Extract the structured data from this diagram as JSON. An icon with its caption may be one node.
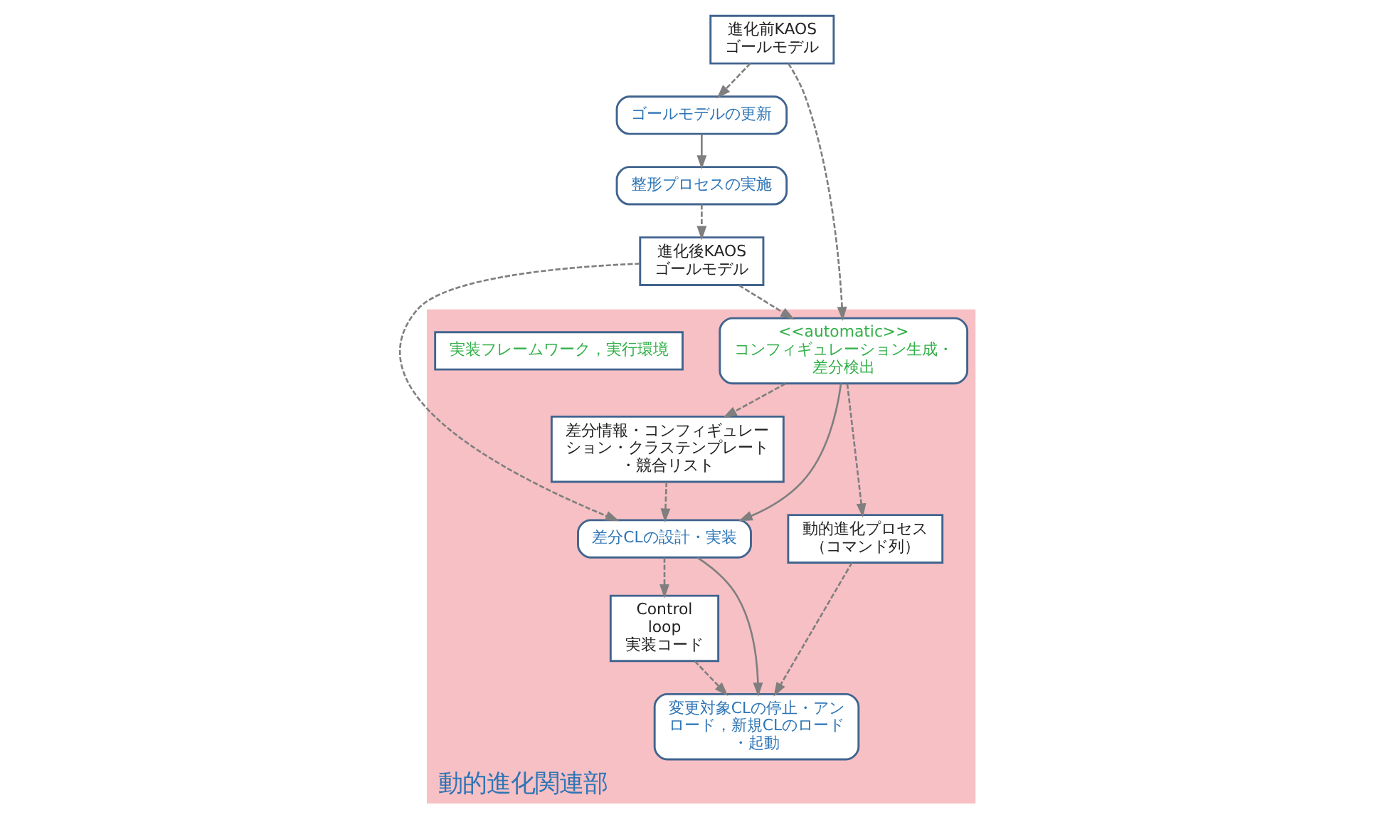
{
  "diagram": {
    "nodes": [
      {
        "text": [
          "進化前KAOSゴールモデル"
        ]
      },
      {
        "text": [
          "ゴールモデルの更新"
        ]
      },
      {
        "text": [
          "整形プロセスの実施"
        ]
      },
      {
        "text": [
          "進化後KAOSゴールモデル"
        ]
      },
      {
        "text": [
          "動的進化関連部"
        ]
      },
      {
        "text": [
          "<<automatic>>",
          "コンフィギュレーション生成・差分検出"
        ],
        "in": 4
      },
      {
        "text": [
          "差分情報・コンフィギュレーション・クラステンプレート・競合リスト"
        ],
        "in": 4
      },
      {
        "text": [
          "差分CLの設計・実装"
        ],
        "in": 4
      },
      {
        "text": [
          "動的進化プロセス（コマンド列）"
        ],
        "in": 4
      },
      {
        "text": [
          "Control loop 実装コード"
        ],
        "in": 4
      },
      {
        "text": [
          "変更対象CLの停止・アンロード，新規CLのロード・起動"
        ],
        "in": 4
      },
      {
        "text": [
          "実装フレームワーク，実行環境"
        ],
        "in": 4
      }
    ],
    "edges": [
      {
        "from": 0,
        "to": 1,
        "arrow": "to",
        "style": "dashed"
      },
      {
        "from": 1,
        "to": 2,
        "arrow": "to"
      },
      {
        "from": 2,
        "to": 3,
        "arrow": "to",
        "style": "dashed"
      },
      {
        "from": 0,
        "to": 5,
        "arrow": "to",
        "style": "dashed"
      },
      {
        "from": 3,
        "to": 5,
        "arrow": "to",
        "style": "dashed"
      },
      {
        "from": 3,
        "to": 7,
        "arrow": "to",
        "style": "dashed"
      },
      {
        "from": 5,
        "to": 8,
        "arrow": "to",
        "style": "dashed"
      },
      {
        "from": 5,
        "to": 6,
        "arrow": "to",
        "style": "dashed"
      },
      {
        "from": 5,
        "to": 7,
        "arrow": "to"
      },
      {
        "from": 6,
        "to": 7,
        "arrow": "to",
        "style": "dashed"
      },
      {
        "from": 7,
        "to": 9,
        "arrow": "to",
        "style": "dashed"
      },
      {
        "from": 7,
        "to": 10,
        "arrow": "to"
      },
      {
        "from": 8,
        "to": 10,
        "arrow": "to",
        "style": "dashed"
      },
      {
        "from": 9,
        "to": 10,
        "arrow": "to",
        "style": "dashed"
      }
    ]
  }
}
